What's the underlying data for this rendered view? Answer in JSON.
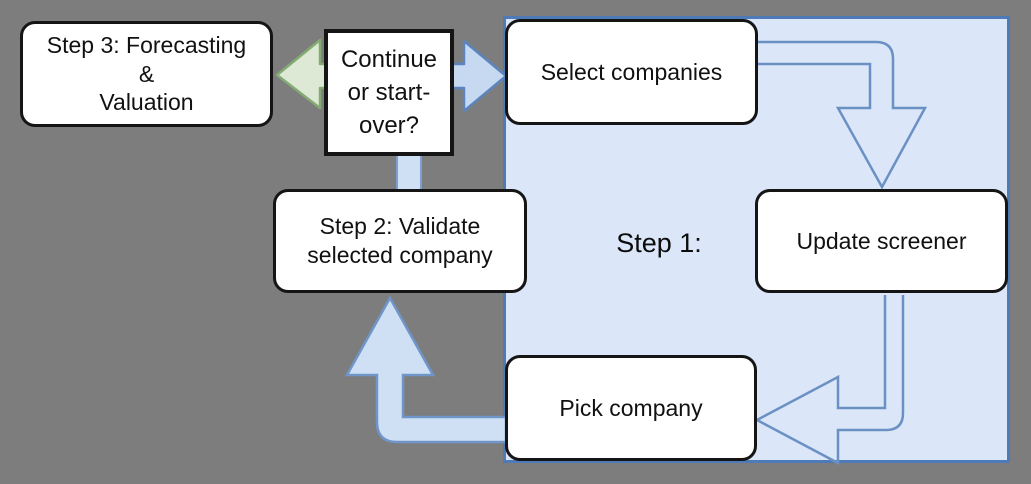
{
  "background_color": "#7d7d7d",
  "diagram": {
    "step1_region": {
      "label": "Step 1:",
      "fill": "#dbe7f8",
      "border_color": "#4e7bb8"
    },
    "nodes": {
      "step3": {
        "label": [
          "Step 3: Forecasting",
          "&",
          "Valuation"
        ]
      },
      "decision": {
        "label": [
          "Continue",
          "or start-",
          "over?"
        ]
      },
      "select_companies": {
        "label": "Select companies"
      },
      "update_screener": {
        "label": "Update screener"
      },
      "pick_company": {
        "label": "Pick company"
      },
      "step2": {
        "label": [
          "Step 2: Validate",
          "selected company"
        ]
      }
    },
    "arrows": {
      "decision_to_step3": {
        "style": "filled",
        "fill": "#dde9d5",
        "stroke": "#83ab73"
      },
      "decision_to_select": {
        "style": "filled",
        "fill": "#c7d9f1",
        "stroke": "#5c85bf"
      },
      "select_to_update": {
        "style": "hollow",
        "stroke": "#6b91c4"
      },
      "update_to_pick": {
        "style": "hollow",
        "stroke": "#6b91c4"
      },
      "pick_to_step2": {
        "style": "filled",
        "fill": "#cfe0f4",
        "stroke": "#7095c8"
      },
      "step2_to_decision": {
        "style": "bar",
        "fill": "#cfe0f4",
        "stroke": "#7e9ed1"
      }
    }
  }
}
